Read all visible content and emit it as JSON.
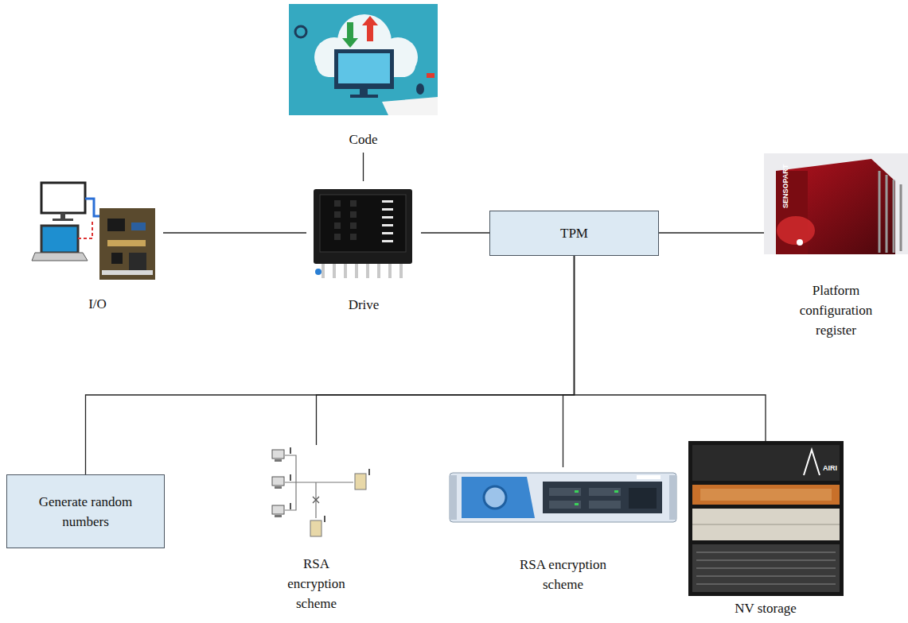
{
  "diagram": {
    "nodes": [
      {
        "text": [
          "Code"
        ]
      },
      {
        "text": [
          "I/O"
        ]
      },
      {
        "text": [
          "Drive"
        ]
      },
      {
        "text": [
          "TPM"
        ]
      },
      {
        "text": [
          "Platform configuration register"
        ]
      },
      {
        "text": [
          "Generate random numbers"
        ]
      },
      {
        "text": [
          "RSA encryption scheme"
        ]
      },
      {
        "text": [
          "RSA encryption scheme"
        ]
      },
      {
        "text": [
          "NV storage"
        ]
      }
    ],
    "edges": [
      {
        "from": 0,
        "to": 2,
        "arrow": "none"
      },
      {
        "from": 1,
        "to": 2,
        "arrow": "none"
      },
      {
        "from": 2,
        "to": 3,
        "arrow": "none"
      },
      {
        "from": 3,
        "to": 4,
        "arrow": "none"
      },
      {
        "from": 3,
        "to": 5,
        "arrow": "none"
      },
      {
        "from": 3,
        "to": 6,
        "arrow": "none"
      },
      {
        "from": 3,
        "to": 7,
        "arrow": "none"
      },
      {
        "from": 3,
        "to": 8,
        "arrow": "none"
      }
    ],
    "labels": [
      "SENSOPART",
      "AIRI"
    ]
  }
}
